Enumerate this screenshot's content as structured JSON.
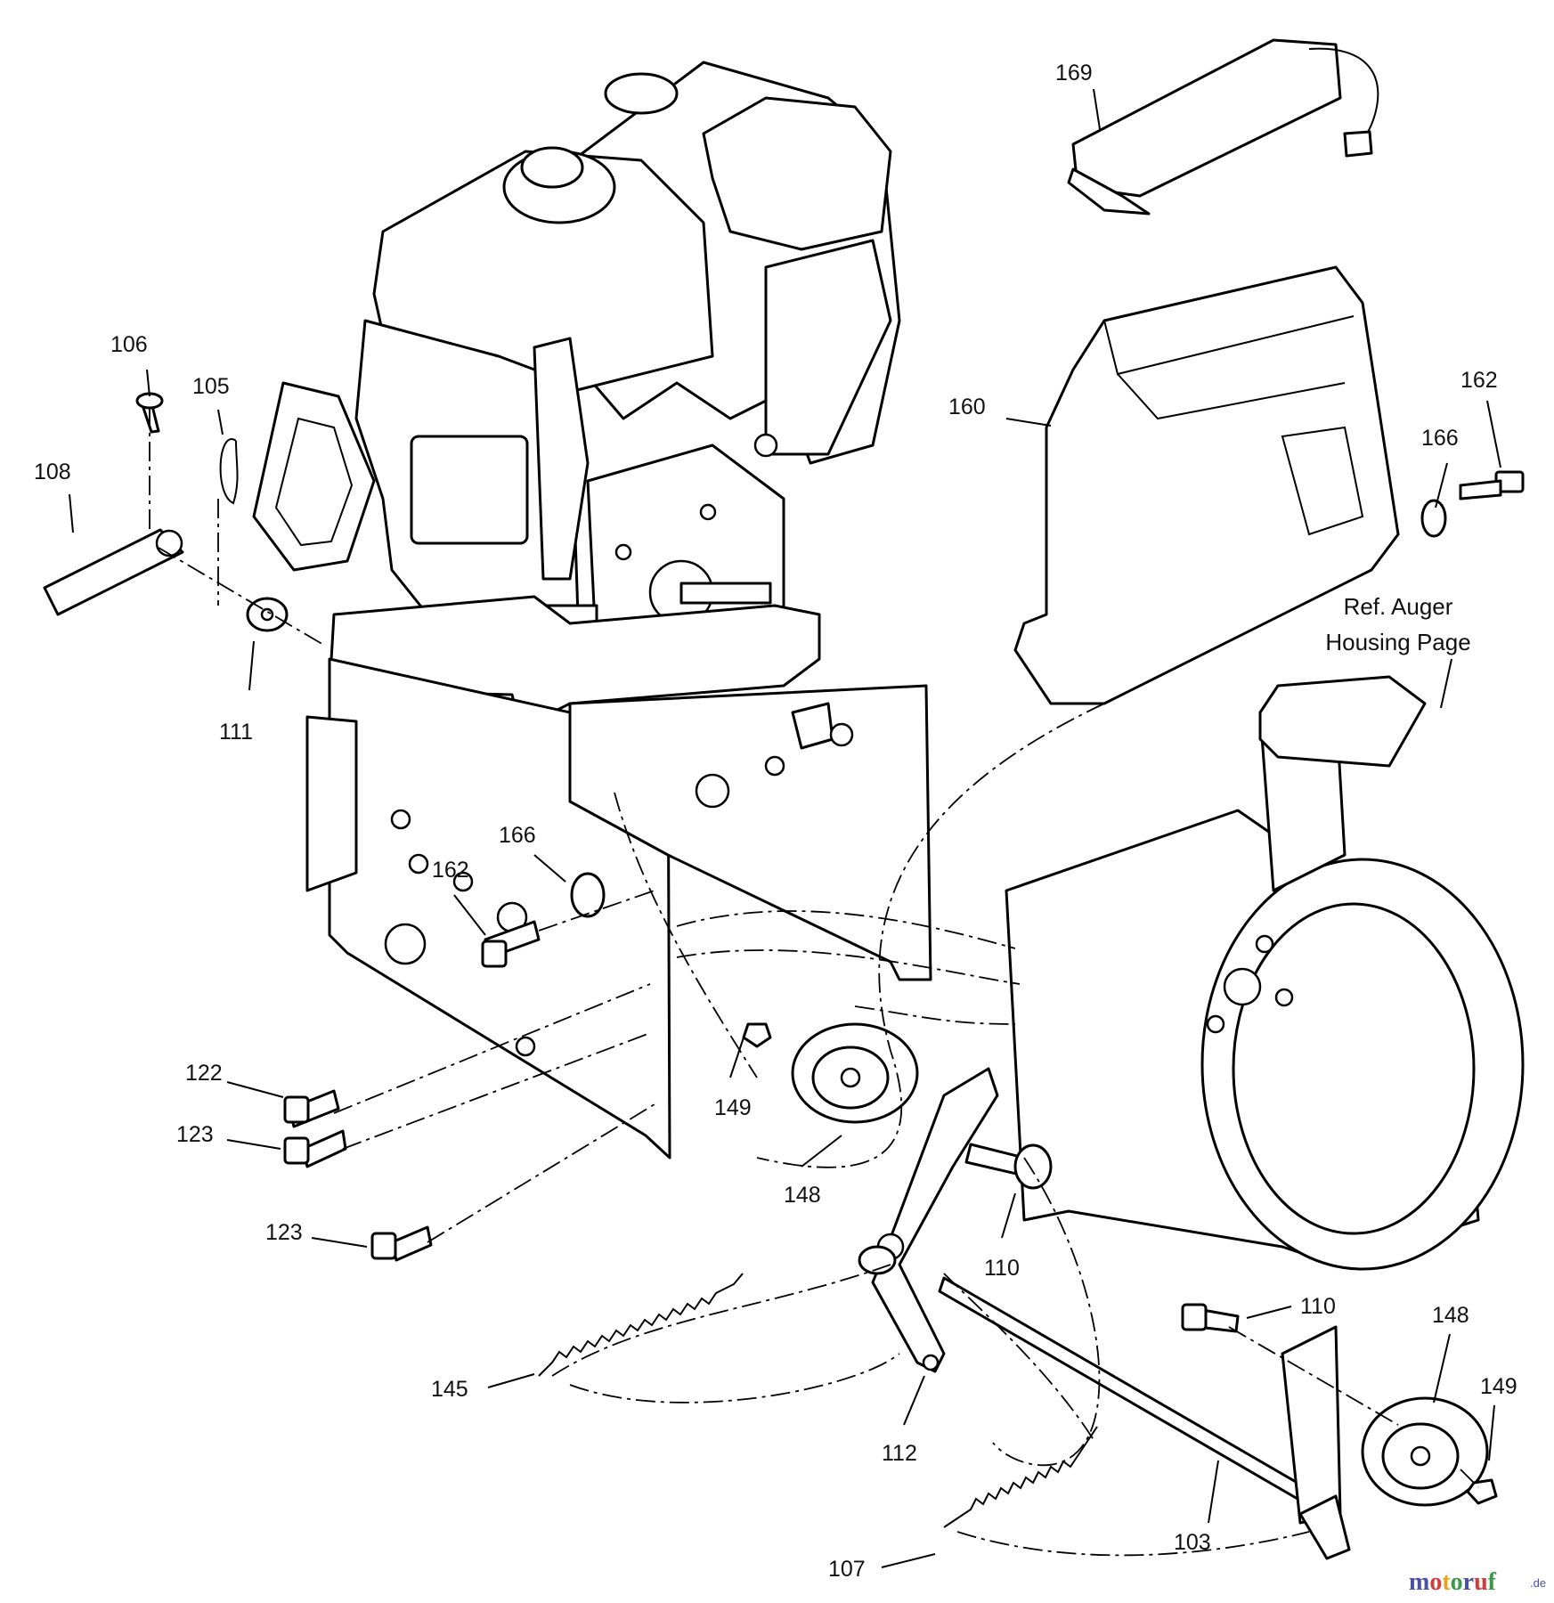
{
  "callouts": {
    "c169": "169",
    "c160": "160",
    "c162_right": "162",
    "c166_right": "166",
    "c106": "106",
    "c105": "105",
    "c108": "108",
    "c111": "111",
    "c166_mid": "166",
    "c162_mid": "162",
    "c122": "122",
    "c123_a": "123",
    "c123_b": "123",
    "c149_a": "149",
    "c148_a": "148",
    "c110_a": "110",
    "c110_b": "110",
    "c148_b": "148",
    "c149_b": "149",
    "c145": "145",
    "c112": "112",
    "c103": "103",
    "c107": "107"
  },
  "reference_note": {
    "line1": "Ref. Auger",
    "line2": "Housing Page"
  },
  "watermark": {
    "main": "motoruf",
    "suffix": ".de",
    "colors": [
      "#4a4fa8",
      "#d23c3c",
      "#e8a21c",
      "#3a9a4a",
      "#4a4fa8",
      "#d23c3c",
      "#3a9a4a"
    ]
  }
}
